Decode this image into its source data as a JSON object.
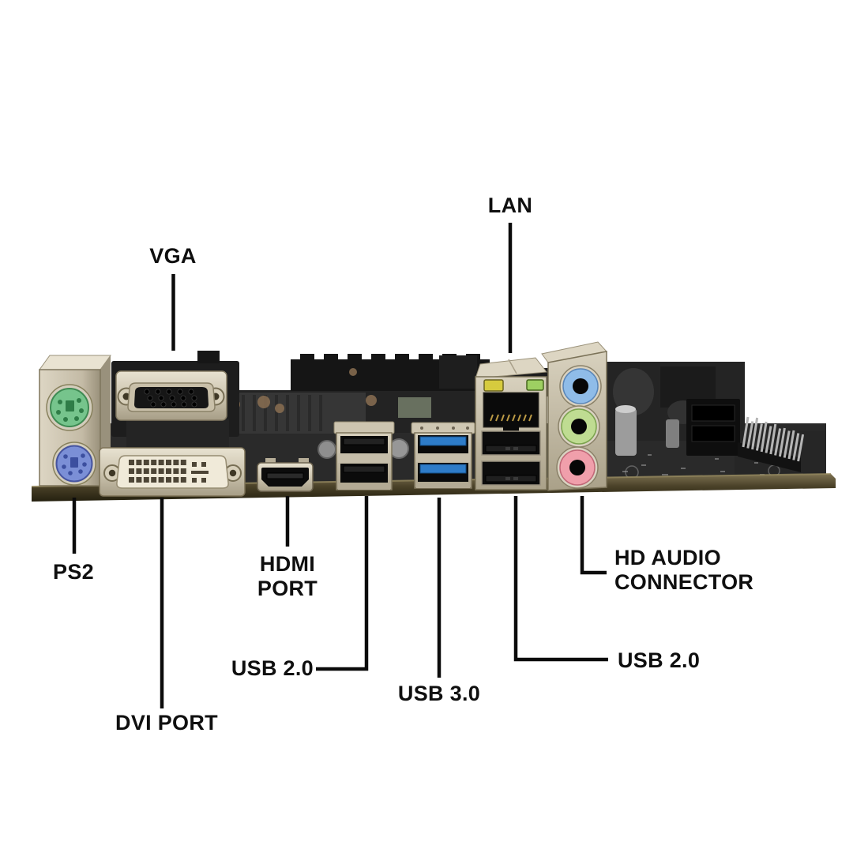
{
  "background": "#ffffff",
  "labels": {
    "lan": "LAN",
    "vga": "VGA",
    "ps2": "PS2",
    "dvi": "DVI PORT",
    "hdmi": "HDMI\nPORT",
    "usb2_left": "USB 2.0",
    "usb3": "USB 3.0",
    "usb2_right": "USB 2.0",
    "hd_audio": "HD AUDIO\nCONNECTOR"
  },
  "colors": {
    "annotation_line": "#0b0b0b",
    "label_text": "#0f0f0f",
    "ps2_mouse_green": "#76c48c",
    "ps2_keyboard_purple": "#7b8fd6",
    "usb3_blue": "#2e7cc8",
    "audio_line_in": "#8fbce8",
    "audio_line_out": "#bfdc92",
    "audio_mic": "#f09fab",
    "lan_led_yellow": "#d6cb3e",
    "lan_led_green": "#9ecf62",
    "metal_shell": "#cdc5b0",
    "pcb_edge": "#4a4128"
  }
}
